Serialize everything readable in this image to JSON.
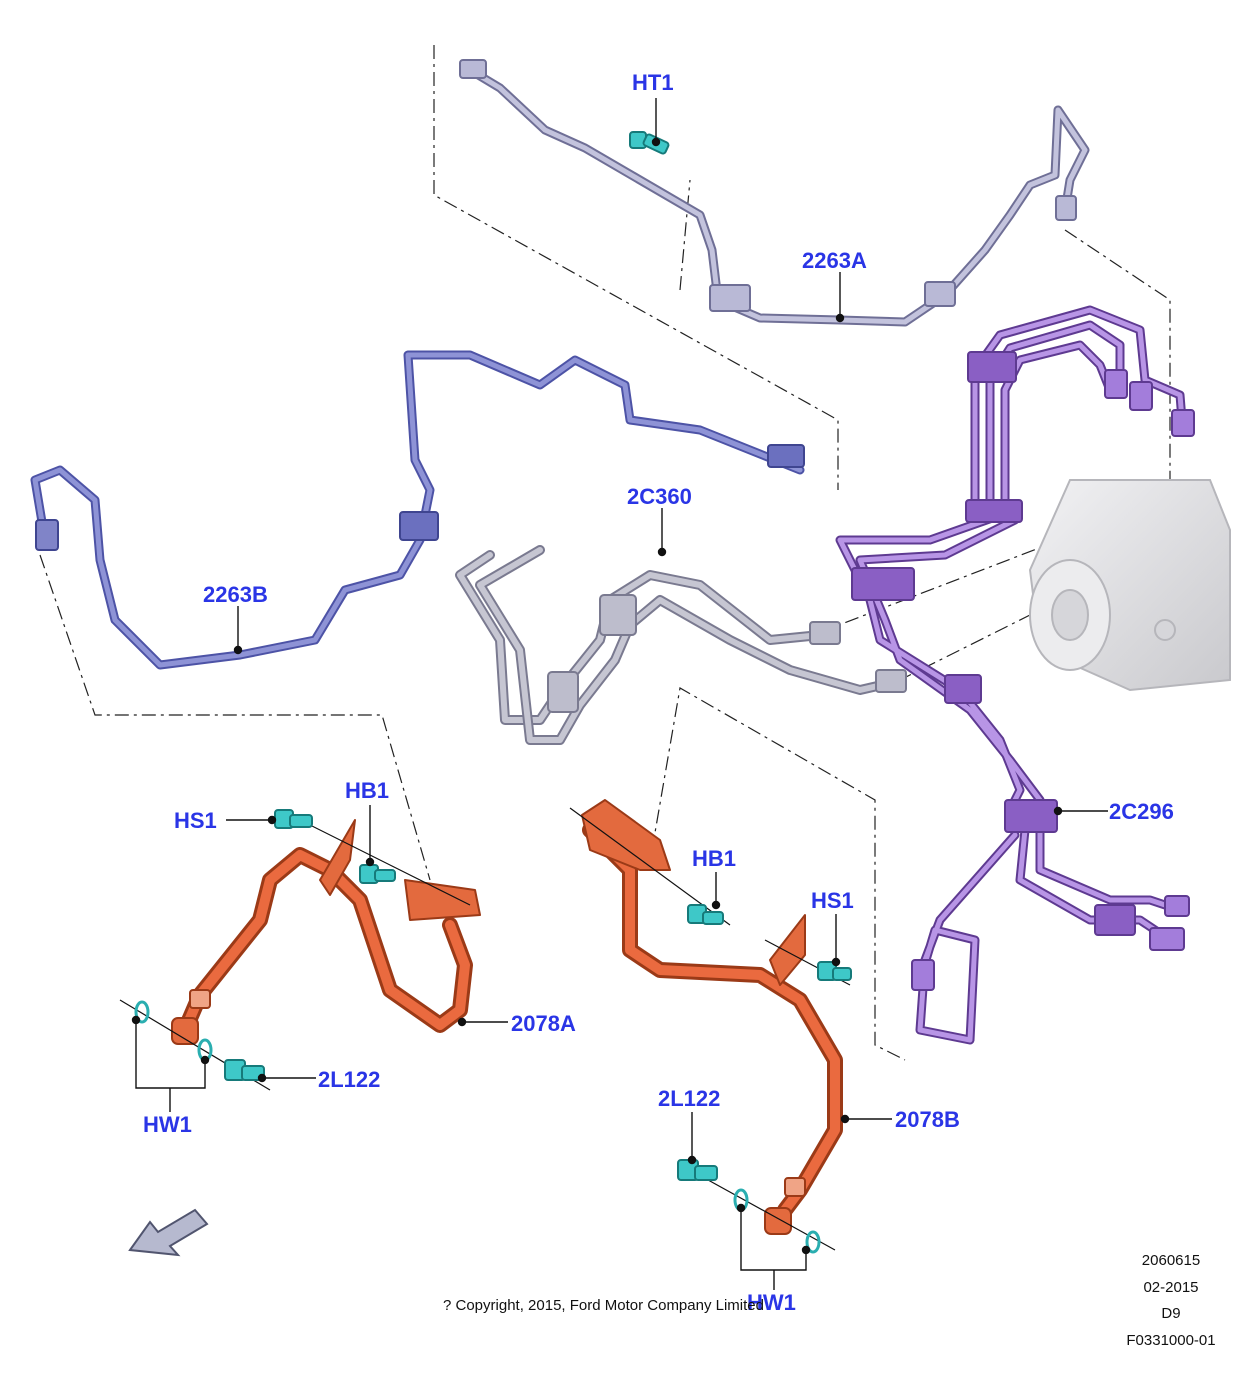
{
  "labels": {
    "ht1": "HT1",
    "p2263a": "2263A",
    "p2263b": "2263B",
    "p2c360": "2C360",
    "p2c296": "2C296",
    "hs1_left": "HS1",
    "hb1_left": "HB1",
    "hb1_right": "HB1",
    "hs1_right": "HS1",
    "p2078a": "2078A",
    "p2l122_left": "2L122",
    "hw1_left": "HW1",
    "p2l122_right": "2L122",
    "p2078b": "2078B",
    "hw1_right": "HW1"
  },
  "footer": {
    "copyright": "? Copyright, 2015, Ford Motor Company Limited",
    "code": "2060615",
    "date": "02-2015",
    "variant": "D9",
    "figure_id": "F0331000-01"
  },
  "colors": {
    "callout_text": "#2a35e6",
    "line_2263a": "#a9a9c9",
    "line_2263b": "#7e84c6",
    "line_2c360": "#a8a8b8",
    "line_2c296": "#9b6fcf",
    "hose": "#e0643a",
    "fastener": "#3ec8c8",
    "abs_unit": "#e2e2e4"
  }
}
